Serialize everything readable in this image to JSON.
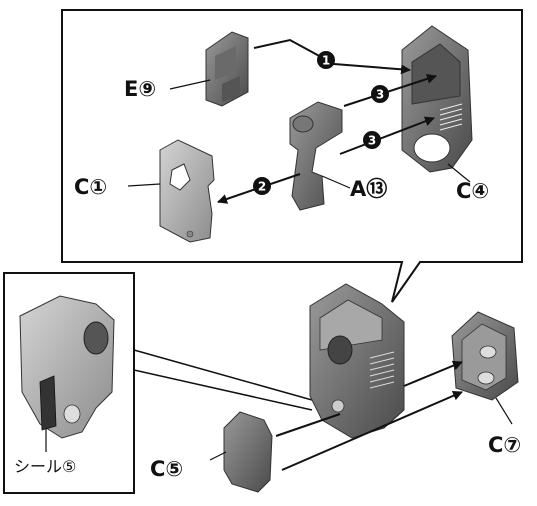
{
  "labels": {
    "e9": "E⑨",
    "c1": "C①",
    "a13": "A⑬",
    "c4": "C④",
    "c5": "C⑤",
    "c7": "C⑦",
    "seal5": "シール⑤"
  },
  "steps": {
    "s1": "1",
    "s2": "2",
    "s3a": "3",
    "s3b": "3"
  },
  "colors": {
    "part_dark": "#5f5f5f",
    "part_mid": "#8a8a8a",
    "part_light": "#c8c8c8",
    "outline": "#111111",
    "badge": "#111111"
  }
}
